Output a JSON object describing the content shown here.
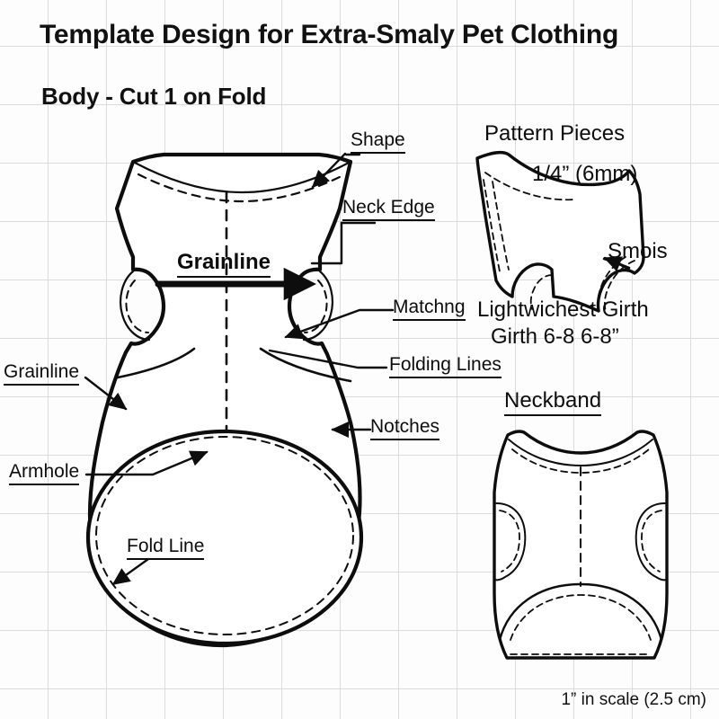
{
  "document": {
    "title": "Template Design for Extra-Smaly Pet Clothing",
    "subtitle": "Body - Cut 1 on Fold",
    "scale_note": "1” in scale (2.5 cm)",
    "background_color": "#fdfdfd",
    "grid_color": "#dcdcdc",
    "ink_color": "#0d0d0d"
  },
  "labels": {
    "shape": "Shape",
    "neck_edge": "Neck Edge",
    "grainline_center": "Grainline",
    "grainline_left": "Grainline",
    "matching": "Matchng",
    "folding_lines": "Folding Lines",
    "notches": "Notches",
    "armhole": "Armhole",
    "fold_line": "Fold Line",
    "pattern_pieces": "Pattern Pieces",
    "seam_allowance": "1/4” (6mm)",
    "smois": "Smois",
    "chest_girth_line1": "Lightwichest Girth",
    "chest_girth_line2": "Girth 6-8 6-8”",
    "neckband": "Neckband"
  },
  "pieces": [
    {
      "id": "body",
      "name": "Body",
      "cut_instruction": "Cut 1 on Fold"
    },
    {
      "id": "pattern-pieces",
      "name": "Pattern Pieces",
      "seam_allowance": "1/4” (6mm)"
    },
    {
      "id": "neckband",
      "name": "Neckband"
    }
  ],
  "measurements": {
    "seam_allowance_in": "1/4”",
    "seam_allowance_mm": "6mm",
    "chest_girth": "6-8”",
    "scale_inch": "1”",
    "scale_cm": "2.5 cm"
  }
}
